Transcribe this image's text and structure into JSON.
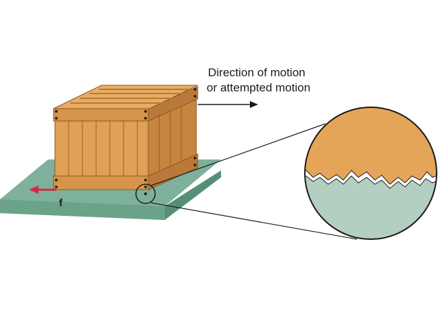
{
  "labels": {
    "motion_line1": "Direction of motion",
    "motion_line2": "or attempted motion",
    "friction_force": "f"
  },
  "colors": {
    "surface_top": "#7fb09b",
    "surface_side": "#5f9a82",
    "crate_light": "#e0a055",
    "crate_mid": "#c8853f",
    "crate_dark": "#a86a2c",
    "crate_outline": "#8a5622",
    "friction_arrow": "#d9254a",
    "zoom_top": "#e5a558",
    "zoom_bottom": "#b3cfc1",
    "outline": "#1a1a1a"
  },
  "icons": {
    "motion_arrow": "arrow-right",
    "friction_arrow": "arrow-left",
    "zoom": "magnifier-circle"
  }
}
